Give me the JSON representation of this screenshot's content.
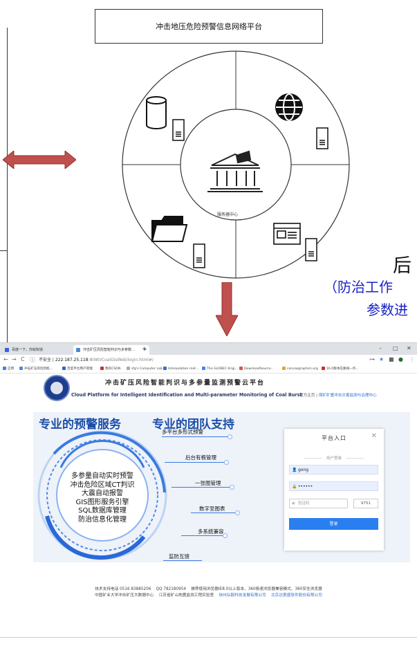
{
  "diagram": {
    "platform_title": "冲击地压危险预警信息网络平台",
    "center_label": "服务器中心",
    "side_texts": [
      "后",
      "（防治工作",
      "参数进"
    ],
    "arrow_color": "#c0504d"
  },
  "browser": {
    "tabs": [
      {
        "label": "百度一下，你就知道"
      },
      {
        "label": "冲击矿压风险智能判识与多参数..."
      }
    ],
    "new_tab": "+",
    "window_controls": [
      "–",
      "□",
      "✕"
    ],
    "nav_icons": [
      "←",
      "→",
      "C",
      "ⓘ"
    ],
    "url": {
      "security": "不安全",
      "host": "222.187.25.118",
      "path": ":8080/CoalGisWeb/login.html#/"
    },
    "bookmarks": [
      "应用",
      "冲击矿压风险智能...",
      "百度平台用户管理",
      "我的CSDN",
      "sfg's Computer Lab",
      "Interpolation met...",
      "The GLOBEC Krigi...",
      "DownloadSource...",
      "canvasgraphics.org",
      "16.0版本在路线一作..."
    ]
  },
  "site": {
    "cn_title": "冲击矿压风险智能判识与多参量监测预警云平台",
    "en_title": "Cloud Platform for Intelligent Identification and Multi-parameter Monitoring of Coal Burst",
    "home_prefix": "设为主页 |",
    "home_link": " 煤矿矿震冲击灾害监测与治理中心",
    "heading_left": "专业的预警服务",
    "heading_right": "专业的团队支持",
    "services": [
      "多参量自动实时预警",
      "冲击危险区域CT判识",
      "大震自动报警",
      "GIS图形服务引擎",
      "SQL数据库管理",
      "防治信息化管理"
    ],
    "features": [
      "多平台多形式预警",
      "后台有根管理",
      "一张图管理",
      "数字至图表",
      "多系统兼容",
      "监防互馈"
    ]
  },
  "login": {
    "title": "平台入口",
    "close": "✕",
    "subtitle": "用户登录",
    "username": "gong",
    "password": "••••••",
    "captcha_placeholder": "验证码",
    "captcha_code": "9751",
    "submit": "登录"
  },
  "footer": {
    "line1_a": "技术支持电话 0516 83885206",
    "line1_b": "QQ 782180954",
    "line1_c": "推荐使用浏览器IE8.0以上版本、360极速浏览器兼容模式、360安全浏览器",
    "line2_a": "中国矿业大学冲击矿压大数据中心",
    "line2_b": "江苏省矿山地震监测工程实验室",
    "line2_c": "徐州弘毅科技发展有限公司",
    "line2_d": "北京达美盛软件股份有限公司"
  }
}
